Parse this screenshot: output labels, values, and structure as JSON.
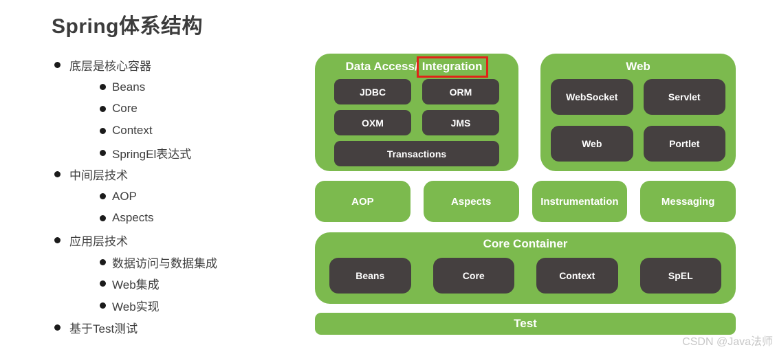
{
  "page": {
    "title": "Spring体系结构",
    "watermark": "CSDN @Java法师"
  },
  "outline": {
    "items": [
      {
        "level": 1,
        "label": "底层是核心容器"
      },
      {
        "level": 2,
        "label": "Beans"
      },
      {
        "level": 2,
        "label": "Core"
      },
      {
        "level": 2,
        "label": "Context"
      },
      {
        "level": 2,
        "label": "SpringEl表达式"
      },
      {
        "level": 1,
        "label": "中间层技术"
      },
      {
        "level": 2,
        "label": "AOP"
      },
      {
        "level": 2,
        "label": "Aspects"
      },
      {
        "level": 1,
        "label": "应用层技术"
      },
      {
        "level": 2,
        "label": "数据访问与数据集成"
      },
      {
        "level": 2,
        "label": "Web集成"
      },
      {
        "level": 2,
        "label": "Web实现"
      },
      {
        "level": 1,
        "label": "基于Test测试"
      }
    ]
  },
  "diagram": {
    "data_access": {
      "title_prefix": "Data Access/",
      "title_highlight": "Integration",
      "blocks": [
        "JDBC",
        "ORM",
        "OXM",
        "JMS"
      ],
      "wide_block": "Transactions"
    },
    "web": {
      "title": "Web",
      "blocks": [
        "WebSocket",
        "Servlet",
        "Web",
        "Portlet"
      ]
    },
    "middle_row": [
      "AOP",
      "Aspects",
      "Instrumentation",
      "Messaging"
    ],
    "core_container": {
      "title": "Core Container",
      "blocks": [
        "Beans",
        "Core",
        "Context",
        "SpEL"
      ]
    },
    "test_label": "Test",
    "colors": {
      "green": "#7cba4e",
      "block_dark": "#454040",
      "highlight_red": "#e02418"
    }
  }
}
